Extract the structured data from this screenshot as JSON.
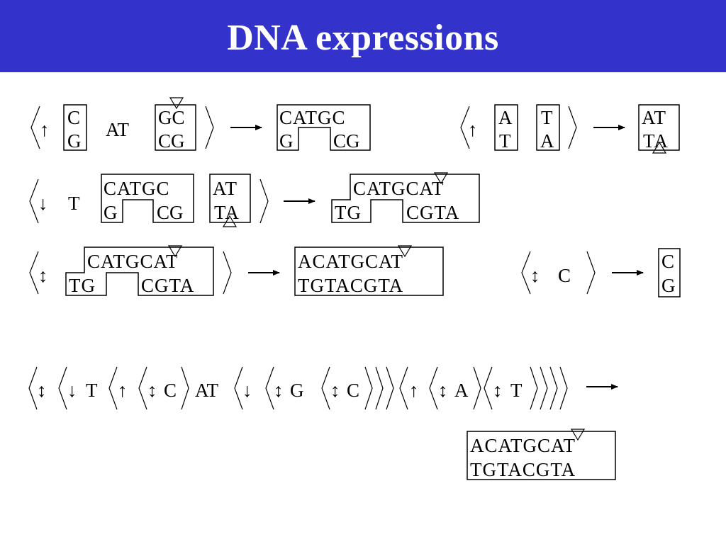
{
  "title": "DNA expressions",
  "sym": {
    "up": "↑",
    "down": "↓",
    "updown": "↕"
  },
  "r1a": {
    "in_top": "C",
    "in_bot": "G",
    "mid": "AT",
    "gc_top": "GC",
    "gc_bot": "CG",
    "out_top": "CATGC",
    "out_bot_l": "G",
    "out_bot_r": "CG"
  },
  "r1b": {
    "a_top": "A",
    "a_bot": "T",
    "t_top": "T",
    "t_bot": "A",
    "out_top": "AT",
    "out_bot": "TA"
  },
  "r2": {
    "lone": "T",
    "box_top": "CATGC",
    "box_bot_l": "G",
    "box_bot_r": "CG",
    "at_top": "AT",
    "at_bot": "TA",
    "out_top": "CATGCAT",
    "out_bot_l": "TG",
    "out_bot_r": "CGTA"
  },
  "r3a": {
    "in_top": "CATGCAT",
    "in_bot_l": "TG",
    "in_bot_r": "CGTA",
    "out_top": "ACATGCAT",
    "out_bot": "TGTACGTA"
  },
  "r3b": {
    "lone": "C",
    "out_top": "C",
    "out_bot": "G"
  },
  "expr": {
    "t1": "T",
    "c1": "C",
    "at": "AT",
    "g": "G",
    "c2": "C",
    "a": "A",
    "t2": "T"
  },
  "result": {
    "top": "ACATGCAT",
    "bot": "TGTACGTA"
  }
}
